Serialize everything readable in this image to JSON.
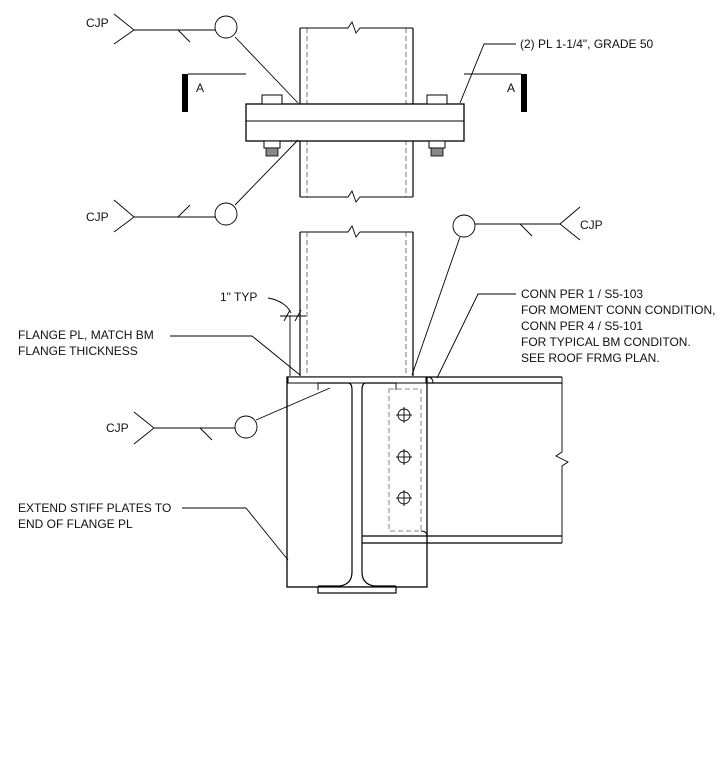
{
  "labels": {
    "cjp_1": "CJP",
    "cjp_2": "CJP",
    "cjp_3": "CJP",
    "cjp_4": "CJP",
    "section_left": "A",
    "section_right": "A",
    "plate_note": "(2) PL 1-1/4\",  GRADE 50",
    "typ_note": "1\" TYP",
    "flange_note": [
      "FLANGE PL, MATCH BM",
      "FLANGE THICKNESS"
    ],
    "stiff_note": [
      "EXTEND STIFF PLATES TO",
      "END OF FLANGE PL"
    ],
    "conn_note": [
      "CONN PER 1 / S5-103",
      "FOR MOMENT CONN CONDITION,",
      "CONN PER 4 / S5-101",
      "FOR TYPICAL BM CONDITON.",
      "SEE ROOF FRMG PLAN."
    ]
  }
}
